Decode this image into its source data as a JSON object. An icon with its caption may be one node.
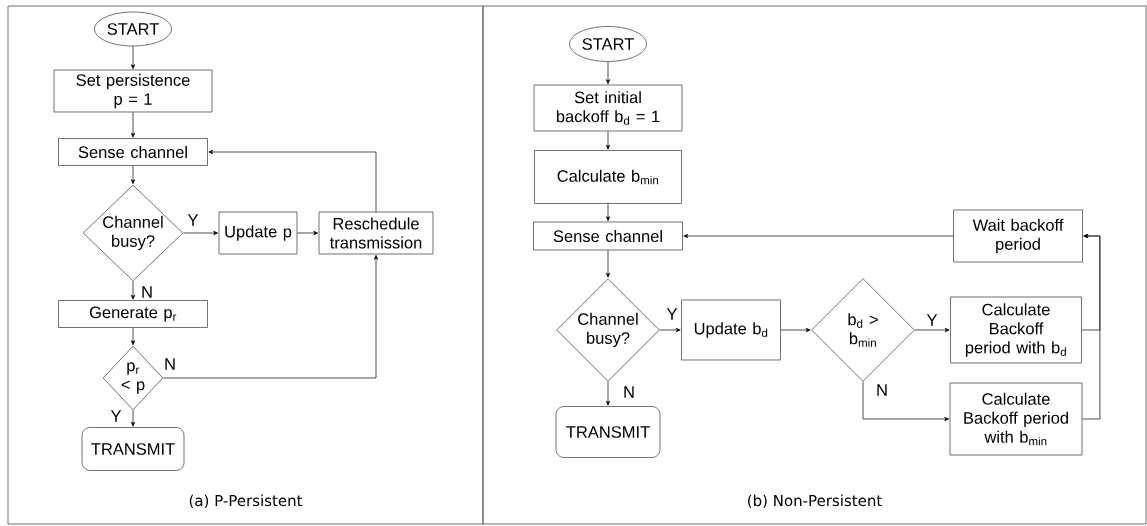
{
  "diagram": {
    "nodes": [
      {
        "text": [
          "(a) P-Persistent"
        ]
      },
      {
        "text": [
          "START"
        ],
        "in": 0
      },
      {
        "text": [
          "Set persistence p = 1"
        ],
        "in": 0
      },
      {
        "text": [
          "Sense channel"
        ],
        "in": 0
      },
      {
        "text": [
          "Channel busy?"
        ],
        "in": 0
      },
      {
        "text": [
          "Update p"
        ],
        "in": 0
      },
      {
        "text": [
          "Reschedule transmission"
        ],
        "in": 0
      },
      {
        "text": [
          "Generate p$_{r}$"
        ],
        "in": 0
      },
      {
        "text": [
          "p$_{r}$ < p"
        ],
        "in": 0
      },
      {
        "text": [
          "TRANSMIT"
        ],
        "in": 0
      },
      {
        "text": [
          "(b) Non-Persistent"
        ]
      },
      {
        "text": [
          "START"
        ],
        "in": 10
      },
      {
        "text": [
          "Set initial backoff b$_{d}$ = 1"
        ],
        "in": 10
      },
      {
        "text": [
          "Calculate b$_{min}$"
        ],
        "in": 10
      },
      {
        "text": [
          "Sense channel"
        ],
        "in": 10
      },
      {
        "text": [
          "Channel busy?"
        ],
        "in": 10
      },
      {
        "text": [
          "Update b$_{d}$"
        ],
        "in": 10
      },
      {
        "text": [
          "b$_{d}$ > b$_{min}$"
        ],
        "in": 10
      },
      {
        "text": [
          "Calculate Backoff period with b$_{d}$"
        ],
        "in": 10
      },
      {
        "text": [
          "Calculate Backoff period with b$_{min}$"
        ],
        "in": 10
      },
      {
        "text": [
          "Wait backoff period"
        ],
        "in": 10
      },
      {
        "text": [
          "TRANSMIT"
        ],
        "in": 10
      }
    ],
    "edges": [
      {
        "from": 1,
        "to": 2,
        "arrow": "to"
      },
      {
        "from": 2,
        "to": 3,
        "arrow": "to"
      },
      {
        "from": 3,
        "to": 4,
        "arrow": "to"
      },
      {
        "from": 4,
        "to": 5,
        "arrow": "to",
        "label": "Y"
      },
      {
        "from": 5,
        "to": 6,
        "arrow": "to"
      },
      {
        "from": 6,
        "to": 3,
        "arrow": "to"
      },
      {
        "from": 4,
        "to": 7,
        "arrow": "to",
        "label": "N"
      },
      {
        "from": 7,
        "to": 8,
        "arrow": "to"
      },
      {
        "from": 8,
        "to": 6,
        "arrow": "to",
        "label": "N"
      },
      {
        "from": 8,
        "to": 9,
        "arrow": "to",
        "label": "Y"
      },
      {
        "from": 11,
        "to": 12,
        "arrow": "to"
      },
      {
        "from": 12,
        "to": 13,
        "arrow": "to"
      },
      {
        "from": 13,
        "to": 14,
        "arrow": "to"
      },
      {
        "from": 14,
        "to": 15,
        "arrow": "to"
      },
      {
        "from": 15,
        "to": 16,
        "arrow": "to",
        "label": "Y"
      },
      {
        "from": 16,
        "to": 17,
        "arrow": "to"
      },
      {
        "from": 17,
        "to": 18,
        "arrow": "to",
        "label": "Y"
      },
      {
        "from": 17,
        "to": 19,
        "arrow": "to",
        "label": "N"
      },
      {
        "from": 18,
        "to": 20,
        "arrow": "to"
      },
      {
        "from": 19,
        "to": 20,
        "arrow": "to"
      },
      {
        "from": 20,
        "to": 14,
        "arrow": "to"
      },
      {
        "from": 15,
        "to": 21,
        "arrow": "to",
        "label": "N"
      }
    ]
  }
}
